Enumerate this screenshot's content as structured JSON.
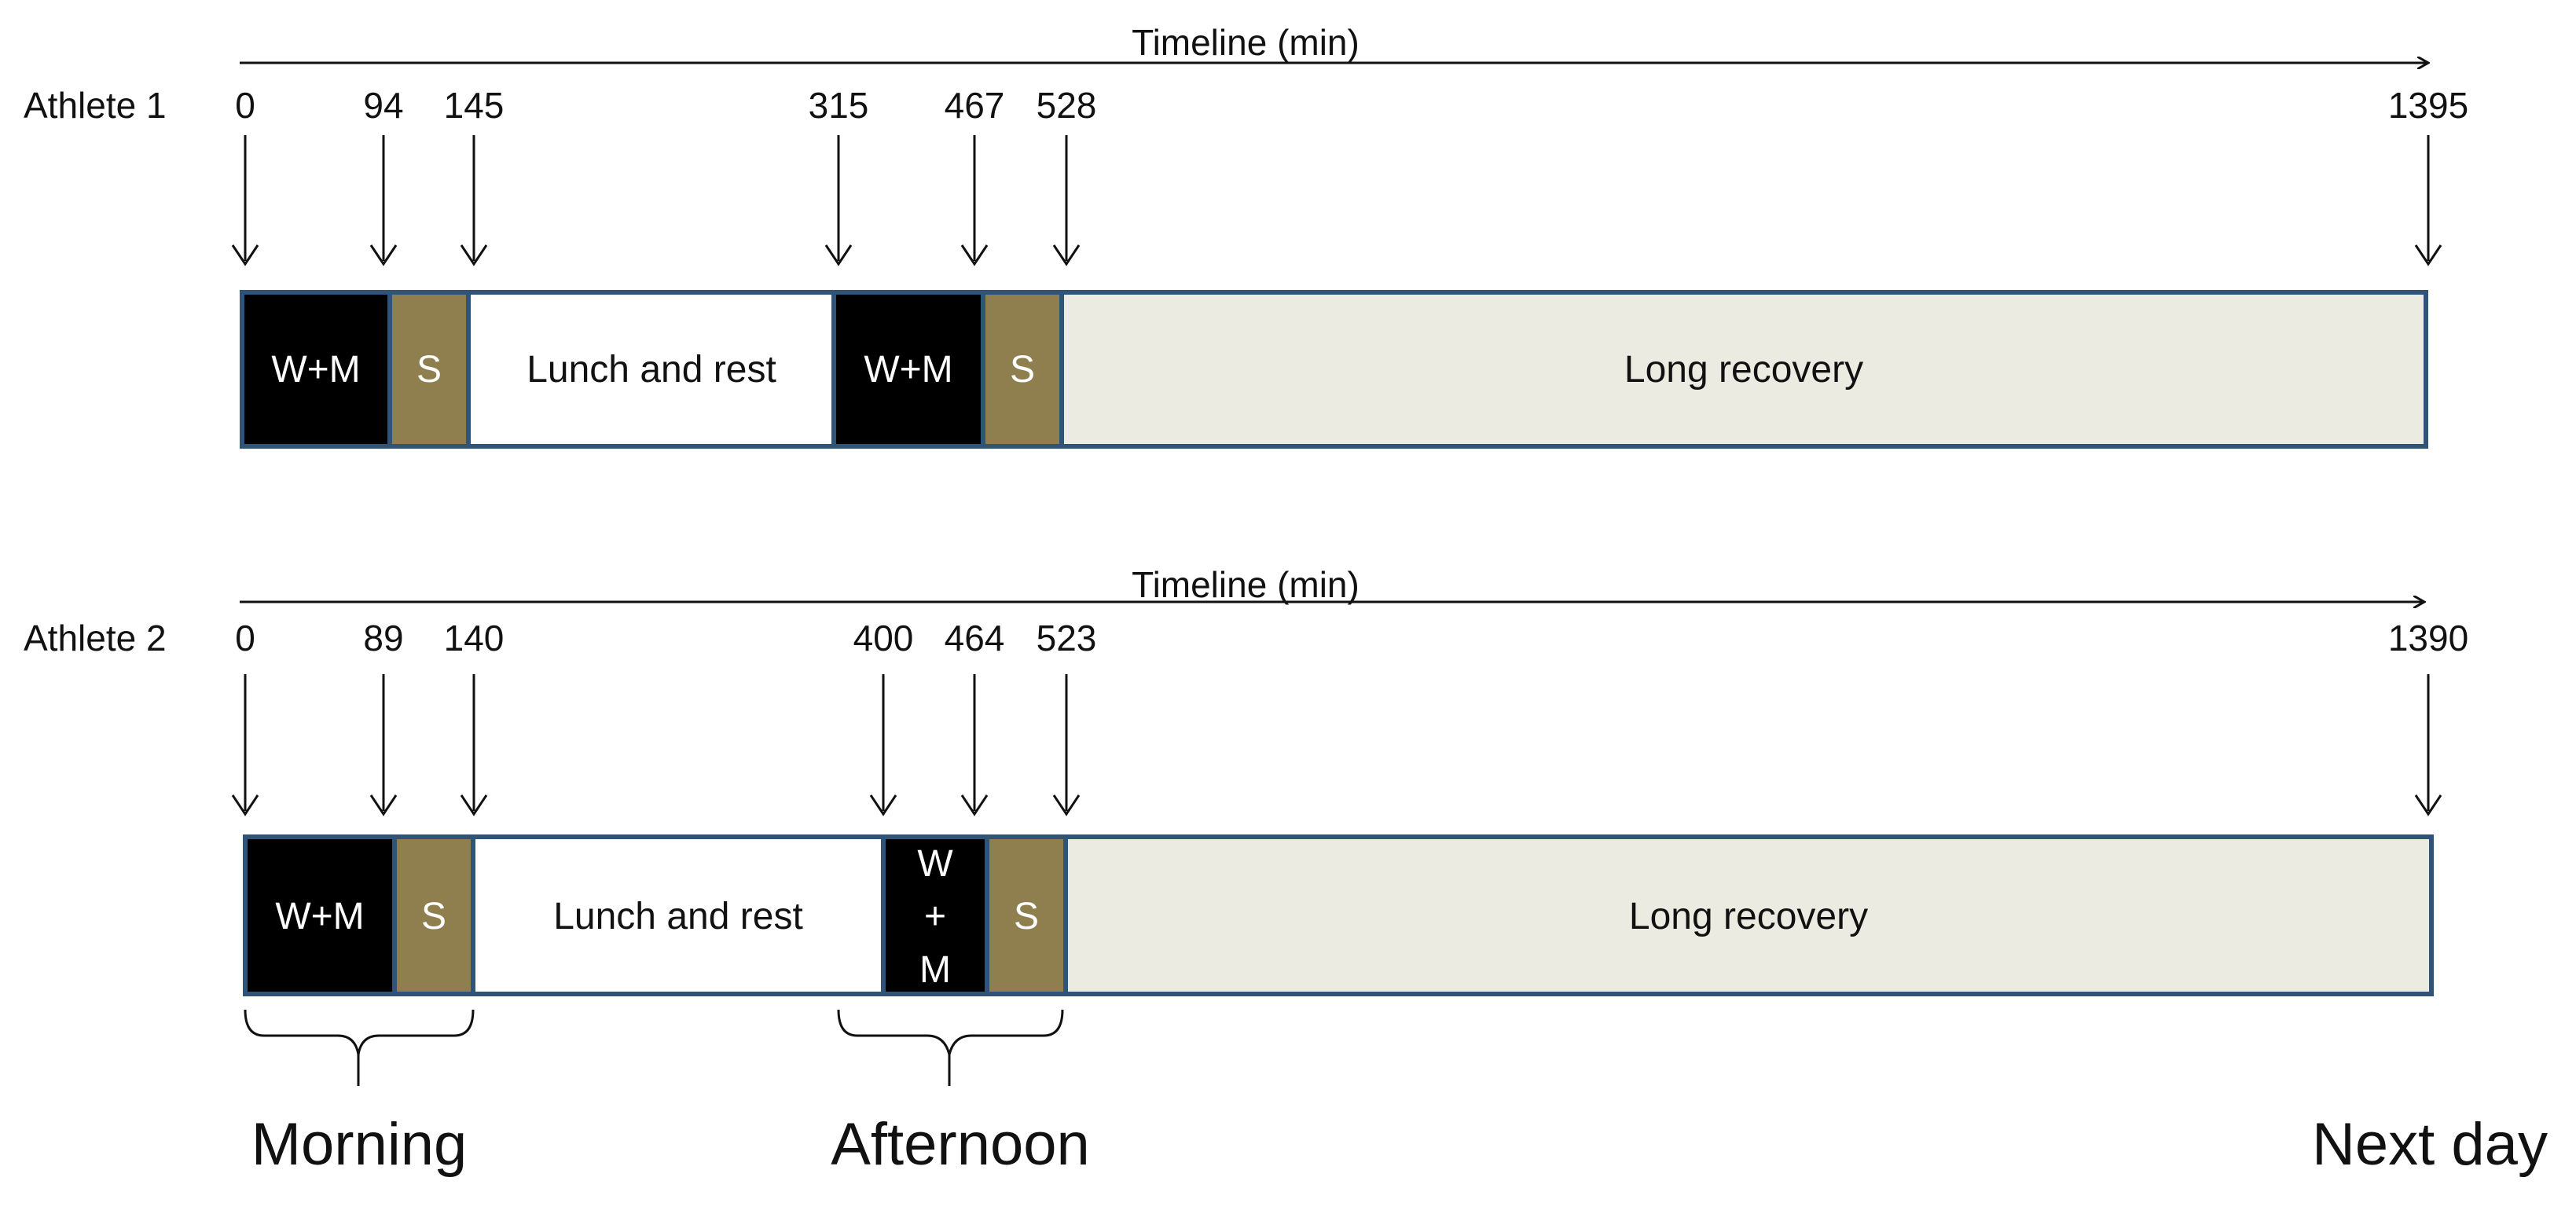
{
  "diagram": {
    "timeline_label": "Timeline (min)",
    "colors": {
      "wm": "#000000",
      "s": "#8f7f4f",
      "lunch": "#ffffff",
      "recovery": "#ecebe2",
      "border": "#2f5478",
      "text_light": "#ffffff",
      "text_dark": "#111111"
    },
    "athletes": [
      {
        "label": "Athlete 1",
        "ticks": [
          "0",
          "94",
          "145",
          "315",
          "467",
          "528",
          "1395"
        ],
        "blocks": [
          {
            "kind": "wm",
            "lines": [
              "W+M"
            ]
          },
          {
            "kind": "s",
            "lines": [
              "S"
            ]
          },
          {
            "kind": "lunch",
            "lines": [
              "Lunch and rest"
            ]
          },
          {
            "kind": "wm",
            "lines": [
              "W+M"
            ]
          },
          {
            "kind": "s",
            "lines": [
              "S"
            ]
          },
          {
            "kind": "recovery",
            "lines": [
              "Long recovery"
            ]
          }
        ]
      },
      {
        "label": "Athlete 2",
        "ticks": [
          "0",
          "89",
          "140",
          "400",
          "464",
          "523",
          "1390"
        ],
        "blocks": [
          {
            "kind": "wm",
            "lines": [
              "W+M"
            ]
          },
          {
            "kind": "s",
            "lines": [
              "S"
            ]
          },
          {
            "kind": "lunch",
            "lines": [
              "Lunch and rest"
            ]
          },
          {
            "kind": "wm",
            "lines": [
              "W",
              "+",
              "M"
            ]
          },
          {
            "kind": "s",
            "lines": [
              "S"
            ]
          },
          {
            "kind": "recovery",
            "lines": [
              "Long recovery"
            ]
          }
        ]
      }
    ],
    "periods": [
      "Morning",
      "Afternoon",
      "Next day"
    ]
  }
}
